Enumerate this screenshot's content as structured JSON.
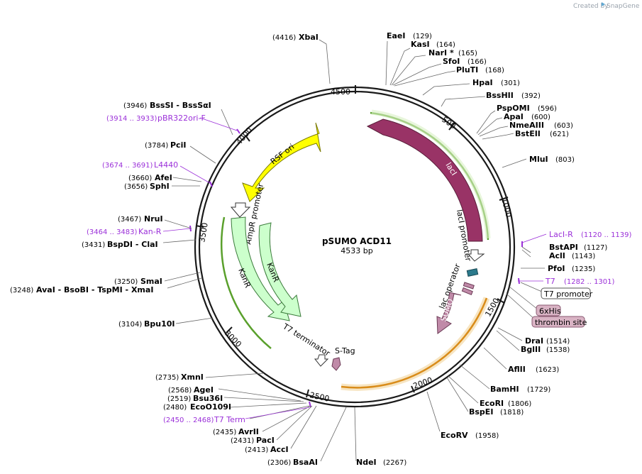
{
  "credit": {
    "prefix": "Created by",
    "brand": "SnapGene"
  },
  "plasmid": {
    "name": "pSUMO ACD11",
    "size": "4533 bp"
  },
  "ticks": [
    "4500",
    "500",
    "1000",
    "1500",
    "2000",
    "2500",
    "3000",
    "3500",
    "4000"
  ],
  "sites": {
    "xbai": {
      "name": "XbaI",
      "pos": "(4416)"
    },
    "eaei": {
      "name": "EaeI",
      "pos": "(129)"
    },
    "kasi": {
      "name": "KasI",
      "pos": "(164)"
    },
    "nari": {
      "name": "NarI *",
      "pos": "(165)"
    },
    "sfoi": {
      "name": "SfoI",
      "pos": "(166)"
    },
    "pluti": {
      "name": "PluTI",
      "pos": "(168)"
    },
    "hpai": {
      "name": "HpaI",
      "pos": "(301)"
    },
    "bsshii": {
      "name": "BssHII",
      "pos": "(392)"
    },
    "pspomi": {
      "name": "PspOMI",
      "pos": "(596)"
    },
    "apai": {
      "name": "ApaI",
      "pos": "(600)"
    },
    "nmeaiii": {
      "name": "NmeAIII",
      "pos": "(603)"
    },
    "bsteii": {
      "name": "BstEII",
      "pos": "(621)"
    },
    "mlui": {
      "name": "MluI",
      "pos": "(803)"
    },
    "bstapi": {
      "name": "BstAPI",
      "pos": "(1127)"
    },
    "acli": {
      "name": "AclI",
      "pos": "(1143)"
    },
    "pfoi": {
      "name": "PfoI",
      "pos": "(1235)"
    },
    "drai": {
      "name": "DraI",
      "pos": "(1514)"
    },
    "bglii": {
      "name": "BglII",
      "pos": "(1538)"
    },
    "aflii": {
      "name": "AflII",
      "pos": "(1623)"
    },
    "bamhi": {
      "name": "BamHI",
      "pos": "(1729)"
    },
    "ecori": {
      "name": "EcoRI",
      "pos": "(1806)"
    },
    "bspei": {
      "name": "BspEI",
      "pos": "(1818)"
    },
    "ecorv": {
      "name": "EcoRV",
      "pos": "(1958)"
    },
    "ndei": {
      "name": "NdeI",
      "pos": "(2267)"
    },
    "bsaai": {
      "name": "BsaAI",
      "pos": "(2306)"
    },
    "acci": {
      "name": "AccI",
      "pos": "(2413)"
    },
    "paci": {
      "name": "PacI",
      "pos": "(2431)"
    },
    "avrii": {
      "name": "AvrII",
      "pos": "(2435)"
    },
    "ecoo109i": {
      "name": "EcoO109I",
      "pos": "(2480)"
    },
    "bsu36i": {
      "name": "Bsu36I",
      "pos": "(2519)"
    },
    "agei": {
      "name": "AgeI",
      "pos": "(2568)"
    },
    "xmni": {
      "name": "XmnI",
      "pos": "(2735)"
    },
    "bpu10i": {
      "name": "Bpu10I",
      "pos": "(3104)"
    },
    "avai_group": {
      "pos": "(3248)",
      "names": "AvaI   - BsoBI   - TspMI   - XmaI"
    },
    "smai": {
      "name": "SmaI",
      "pos": "(3250)"
    },
    "bspdi_clai": {
      "pos": "(3431)",
      "names": "BspDI   - ClaI"
    },
    "nrui": {
      "name": "NruI",
      "pos": "(3467)"
    },
    "sphi": {
      "name": "SphI",
      "pos": "(3656)"
    },
    "afei": {
      "name": "AfeI",
      "pos": "(3660)"
    },
    "pcii": {
      "name": "PciI",
      "pos": "(3784)"
    },
    "bsssi_group": {
      "pos": "(3946)",
      "names": "BssSI   - BssSαI"
    }
  },
  "primers": {
    "pbr322": {
      "pos": "(3914 .. 3933)",
      "name": "pBR322ori-F"
    },
    "l4440": {
      "pos": "(3674 .. 3691)",
      "name": "L4440"
    },
    "kanr": {
      "pos": "(3464 .. 3483)",
      "name": "Kan-R"
    },
    "lacir": {
      "name": "LacI-R",
      "pos": "(1120 .. 1139)"
    },
    "t7": {
      "name": "T7",
      "pos": "(1282 .. 1301)"
    },
    "t7term": {
      "pos": "(2450 .. 2468)",
      "name": "T7 Term"
    }
  },
  "features": {
    "rsf_ori": "RSF ori",
    "laci": "lacI",
    "laci_promoter": "lacI promoter",
    "lac_operator": "lac operator",
    "sumo": "SUMO",
    "ampr_promoter": "AmpR promoter",
    "kanr_outer": "KanR",
    "kanr_inner": "KanR",
    "t7_terminator": "T7 terminator",
    "s_tag": "S-Tag",
    "t7_promoter_box": "T7 promoter",
    "his_box": "6xHis",
    "thrombin_box": "thrombin site"
  },
  "colors": {
    "backbone": "#1a1a1a",
    "rsf_ori": "#ffff00",
    "laci": "#993366",
    "sumo": "#c08aa8",
    "kanr": "#ccffcc",
    "primer": "#9b30d9",
    "orf_green": "#5aa02c",
    "orf_orange": "#d98c1a",
    "lac_operator": "#2b7a8c",
    "tag_pink": "#d9b3c4"
  }
}
